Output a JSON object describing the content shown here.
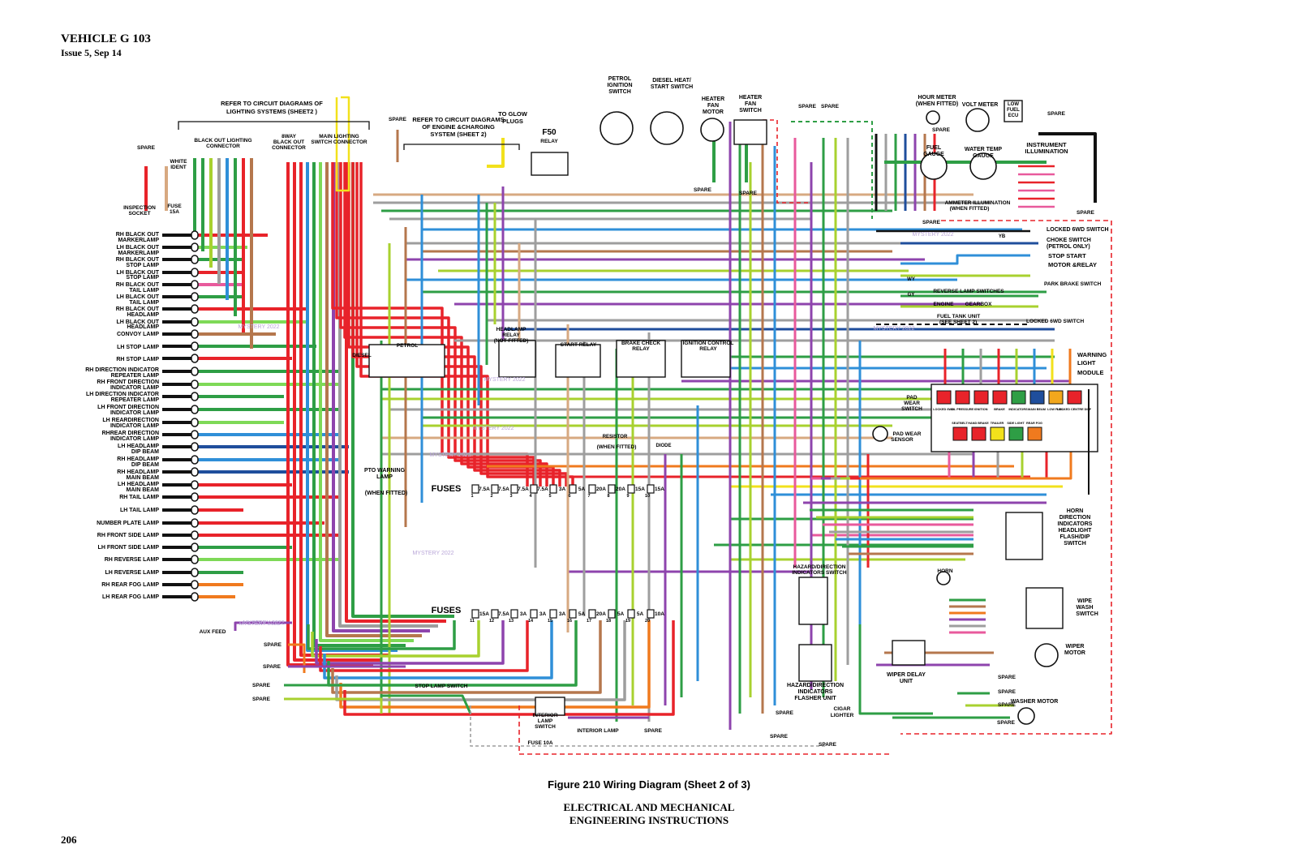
{
  "header": {
    "title": "VEHICLE G 103",
    "issue": "Issue 5, Sep 14"
  },
  "page_number": "206",
  "caption": "Figure 210    Wiring Diagram (Sheet 2 of 3)",
  "footer": {
    "line1": "ELECTRICAL AND MECHANICAL",
    "line2": "ENGINEERING INSTRUCTIONS"
  },
  "diagram": {
    "top_notes": {
      "lighting_ref": "REFER TO CIRCUIT DIAGRAMS OF",
      "lighting_ref2": "LIGHTING SYSTEMS (SHEET2 )",
      "engine_ref": "REFER TO CIRCUIT DIAGRAMS",
      "engine_ref2": "OF ENGINE &CHARGING",
      "engine_ref3": "SYSTEM (SHEET 2)",
      "glow": "TO GLOW",
      "glow2": "PLUGS",
      "black_out": "BLACK OUT LIGHTING",
      "black_out2": "CONNECTOR",
      "eightway": "8WAY",
      "eightway2": "BLACK OUT",
      "eightway3": "CONNECTOR",
      "main_lighting": "MAIN LIGHTING",
      "main_lighting2": "SWITCH CONNECTOR",
      "white_ident": "WHITE",
      "white_ident2": "IDENT",
      "spare": "SPARE",
      "f50": "F50",
      "relay": "RELAY",
      "petrol_ign": "PETROL",
      "petrol_ign2": "IGNITION",
      "petrol_ign3": "SWITCH",
      "diesel_heat": "DIESEL HEAT/",
      "diesel_heat2": "START SWITCH",
      "heater_motor": "HEATER",
      "heater_motor2": "FAN",
      "heater_motor3": "MOTOR",
      "heater_switch": "HEATER",
      "heater_switch2": "FAN",
      "heater_switch3": "SWITCH",
      "hour_meter": "HOUR METER",
      "hour_meter2": "(WHEN FITTED)",
      "volt_meter": "VOLT METER",
      "low_fuel": "LOW",
      "low_fuel2": "FUEL",
      "low_fuel3": "ECU",
      "fuel_gauge": "FUEL",
      "fuel_gauge2": "GAUGE",
      "water_temp": "WATER TEMP",
      "water_temp2": "GAUGE",
      "instr_illum": "INSTRUMENT",
      "instr_illum2": "ILLUMINATION",
      "ammeter_illum": "AMMETER ILLUMINATION",
      "ammeter_illum2": "(WHEN FITTED)"
    },
    "left_labels": [
      "RH BLACK OUT",
      "MARKERLAMP",
      "LH BLACK OUT",
      "MARKERLAMP",
      "RH BLACK OUT",
      "STOP LAMP",
      "LH BLACK OUT",
      "STOP LAMP",
      "RH BLACK OUT",
      "TAIL LAMP",
      "LH BLACK OUT",
      "TAIL LAMP",
      "RH BLACK OUT",
      "HEADLAMP",
      "LH BLACK OUT",
      "HEADLAMP",
      "CONVOY LAMP",
      "LH STOP LAMP",
      "RH STOP LAMP",
      "RH DIRECTION INDICATOR",
      "REPEATER LAMP",
      "RH FRONT DIRECTION",
      "INDICATOR LAMP",
      "LH DIRECTION INDICATOR",
      "REPEATER LAMP",
      "LH FRONT DIRECTION",
      "INDICATOR LAMP",
      "LH REARDIRECTION",
      "INDICATOR LAMP",
      "RHREAR DIRECTION",
      "INDICATOR LAMP",
      "LH HEADLAMP",
      "DIP BEAM",
      "RH HEADLAMP",
      "DIP BEAM",
      "RH HEADLAMP",
      "MAIN BEAM",
      "LH HEADLAMP",
      "MAIN BEAM",
      "RH TAIL LAMP",
      "LH TAIL LAMP",
      "NUMBER PLATE LAMP",
      "RH FRONT SIDE LAMP",
      "LH FRONT SIDE LAMP",
      "RH REVERSE LAMP",
      "LH REVERSE LAMP",
      "RH REAR FOG LAMP",
      "LH REAR FOG LAMP"
    ],
    "inspection": "INSPECTION",
    "inspection2": "SOCKET",
    "fuse15": "FUSE",
    "fuse15b": "15A",
    "relays": {
      "headlamp": "HEADLAMP",
      "headlamp2": "RELAY",
      "headlamp3": "(NOT FITTED)",
      "start": "START RELAY",
      "brake": "BRAKE CHECK",
      "brake2": "RELAY",
      "ignition": "IGNITION CONTROL",
      "ignition2": "RELAY",
      "diesel": "DIESEL",
      "petrol": "PETROL",
      "resistor": "RESISTOR",
      "resistor2": "(WHEN FITTED)",
      "diode": "DIODE"
    },
    "pto": {
      "l1": "PTO WARNING",
      "l2": "LAMP",
      "l3": "(WHEN FITTED)"
    },
    "fuses_label": "FUSES",
    "fuses_top": [
      "7.5A",
      "7.5A",
      "7.5A",
      "7.5A",
      "3A",
      "5A",
      "20A",
      "20A",
      "15A",
      "15A"
    ],
    "fuses_top_nums": [
      "1",
      "2",
      "3",
      "4",
      "5",
      "6",
      "7",
      "8",
      "9",
      "10"
    ],
    "fuses_bottom": [
      "15A",
      "7.5A",
      "3A",
      "3A",
      "3A",
      "5A",
      "20A",
      "5A",
      "5A",
      "10A"
    ],
    "fuses_bottom_nums": [
      "11",
      "12",
      "13",
      "14",
      "15",
      "16",
      "17",
      "18",
      "19",
      "20"
    ],
    "bottom_labels": {
      "aux_feed": "AUX FEED",
      "spare": "SPARE",
      "stop_switch": "STOP LAMP SWITCH",
      "interior_switch": "INTERIOR",
      "interior_switch2": "LAMP",
      "interior_switch3": "SWITCH",
      "interior_lamp": "INTERIOR LAMP",
      "fuse10": "FUSE 10A"
    },
    "right_labels": {
      "locked6wd": "LOCKED 6WD SWITCH",
      "choke": "CHOKE SWITCH",
      "choke2": "(PETROL ONLY)",
      "stop_start": "STOP START",
      "stop_start2": "MOTOR &RELAY",
      "park_brake": "PARK BRAKE SWITCH",
      "reverse": "REVERSE LAMP SWITCHES",
      "engine": "ENGINE",
      "gearbox": "GEARBOX",
      "fuel_tank": "FUEL TANK UNIT",
      "fuel_tank2": "(SEE SHEET 2)",
      "locked6wd2": "LOCKED 6WD SWITCH",
      "warning": "WARNING",
      "warning2": "LIGHT",
      "warning3": "MODULE",
      "pad_wear": "PAD",
      "pad_wear2": "WEAR",
      "pad_wear3": "SWITCH",
      "pad_sensor": "PAD WEAR",
      "pad_sensor2": "SENSOR",
      "horn_sw": "HORN",
      "horn_sw2": "DIRECTION",
      "horn_sw3": "INDICATORS",
      "horn_sw4": "HEADLIGHT",
      "horn_sw5": "FLASH/DIP",
      "horn_sw6": "SWITCH",
      "hazard": "HAZARD/DIRECTION",
      "hazard2": "INDICATORS SWITCH",
      "horn": "HORN",
      "wipe": "WIPE",
      "wipe2": "WASH",
      "wipe3": "SWITCH",
      "wiper_motor": "WIPER",
      "wiper_motor2": "MOTOR",
      "wiper_delay": "WIPER DELAY",
      "wiper_delay2": "UNIT",
      "flasher": "HAZARD/DIRECTION",
      "flasher2": "INDICATORS",
      "flasher3": "FLASHER UNIT",
      "cigar": "CIGAR",
      "cigar2": "LIGHTER",
      "washer": "WASHER MOTOR",
      "yb": "YB",
      "wy": "WY",
      "gy": "GY"
    },
    "wl_top": [
      "LOCKED 6WD",
      "OIL PRESSURE",
      "IGNITION",
      "BRAKE",
      "INDICATORS",
      "MAIN BEAM",
      "LOW FUEL",
      "LOCKED CENTRE DIFF"
    ],
    "wl_bottom": [
      "SEATBELT",
      "HAND BRAKE",
      "TRAILER",
      "SIDE LIGHT",
      "REAR FOG"
    ],
    "watermark": "MYSTERY 2022"
  },
  "colors": {
    "red": "#e8232a",
    "green": "#2e9e45",
    "lime": "#a8d12f",
    "blue": "#2f8fd8",
    "darkblue": "#1f4e9c",
    "brown": "#b5774d",
    "tan": "#d7a981",
    "purple": "#8e44ad",
    "grey": "#9e9e9e",
    "yellow": "#f2e11c",
    "black": "#111111",
    "orange": "#f07a1e",
    "pink": "#e85a9c",
    "lightgreen": "#7ed957"
  }
}
